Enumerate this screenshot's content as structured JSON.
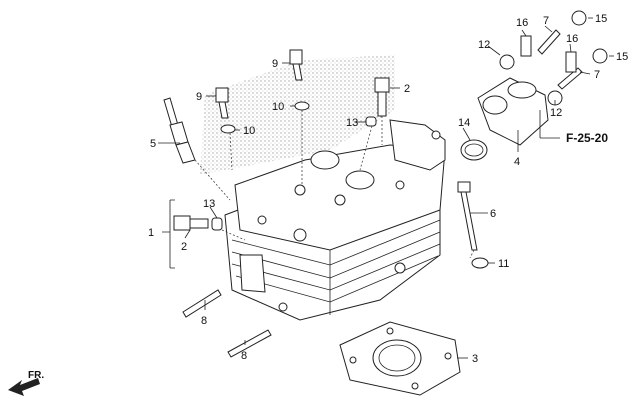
{
  "diagram": {
    "labels": {
      "p1": "1",
      "p2a": "2",
      "p2b": "2",
      "p3": "3",
      "p4": "4",
      "p5": "5",
      "p6": "6",
      "p7a": "7",
      "p7b": "7",
      "p8a": "8",
      "p8b": "8",
      "p9a": "9",
      "p9b": "9",
      "p10a": "10",
      "p10b": "10",
      "p11": "11",
      "p12a": "12",
      "p12b": "12",
      "p13a": "13",
      "p13b": "13",
      "p14": "14",
      "p15a": "15",
      "p15b": "15",
      "p16a": "16",
      "p16b": "16"
    },
    "ref": "F-25-20",
    "front": "FR."
  }
}
